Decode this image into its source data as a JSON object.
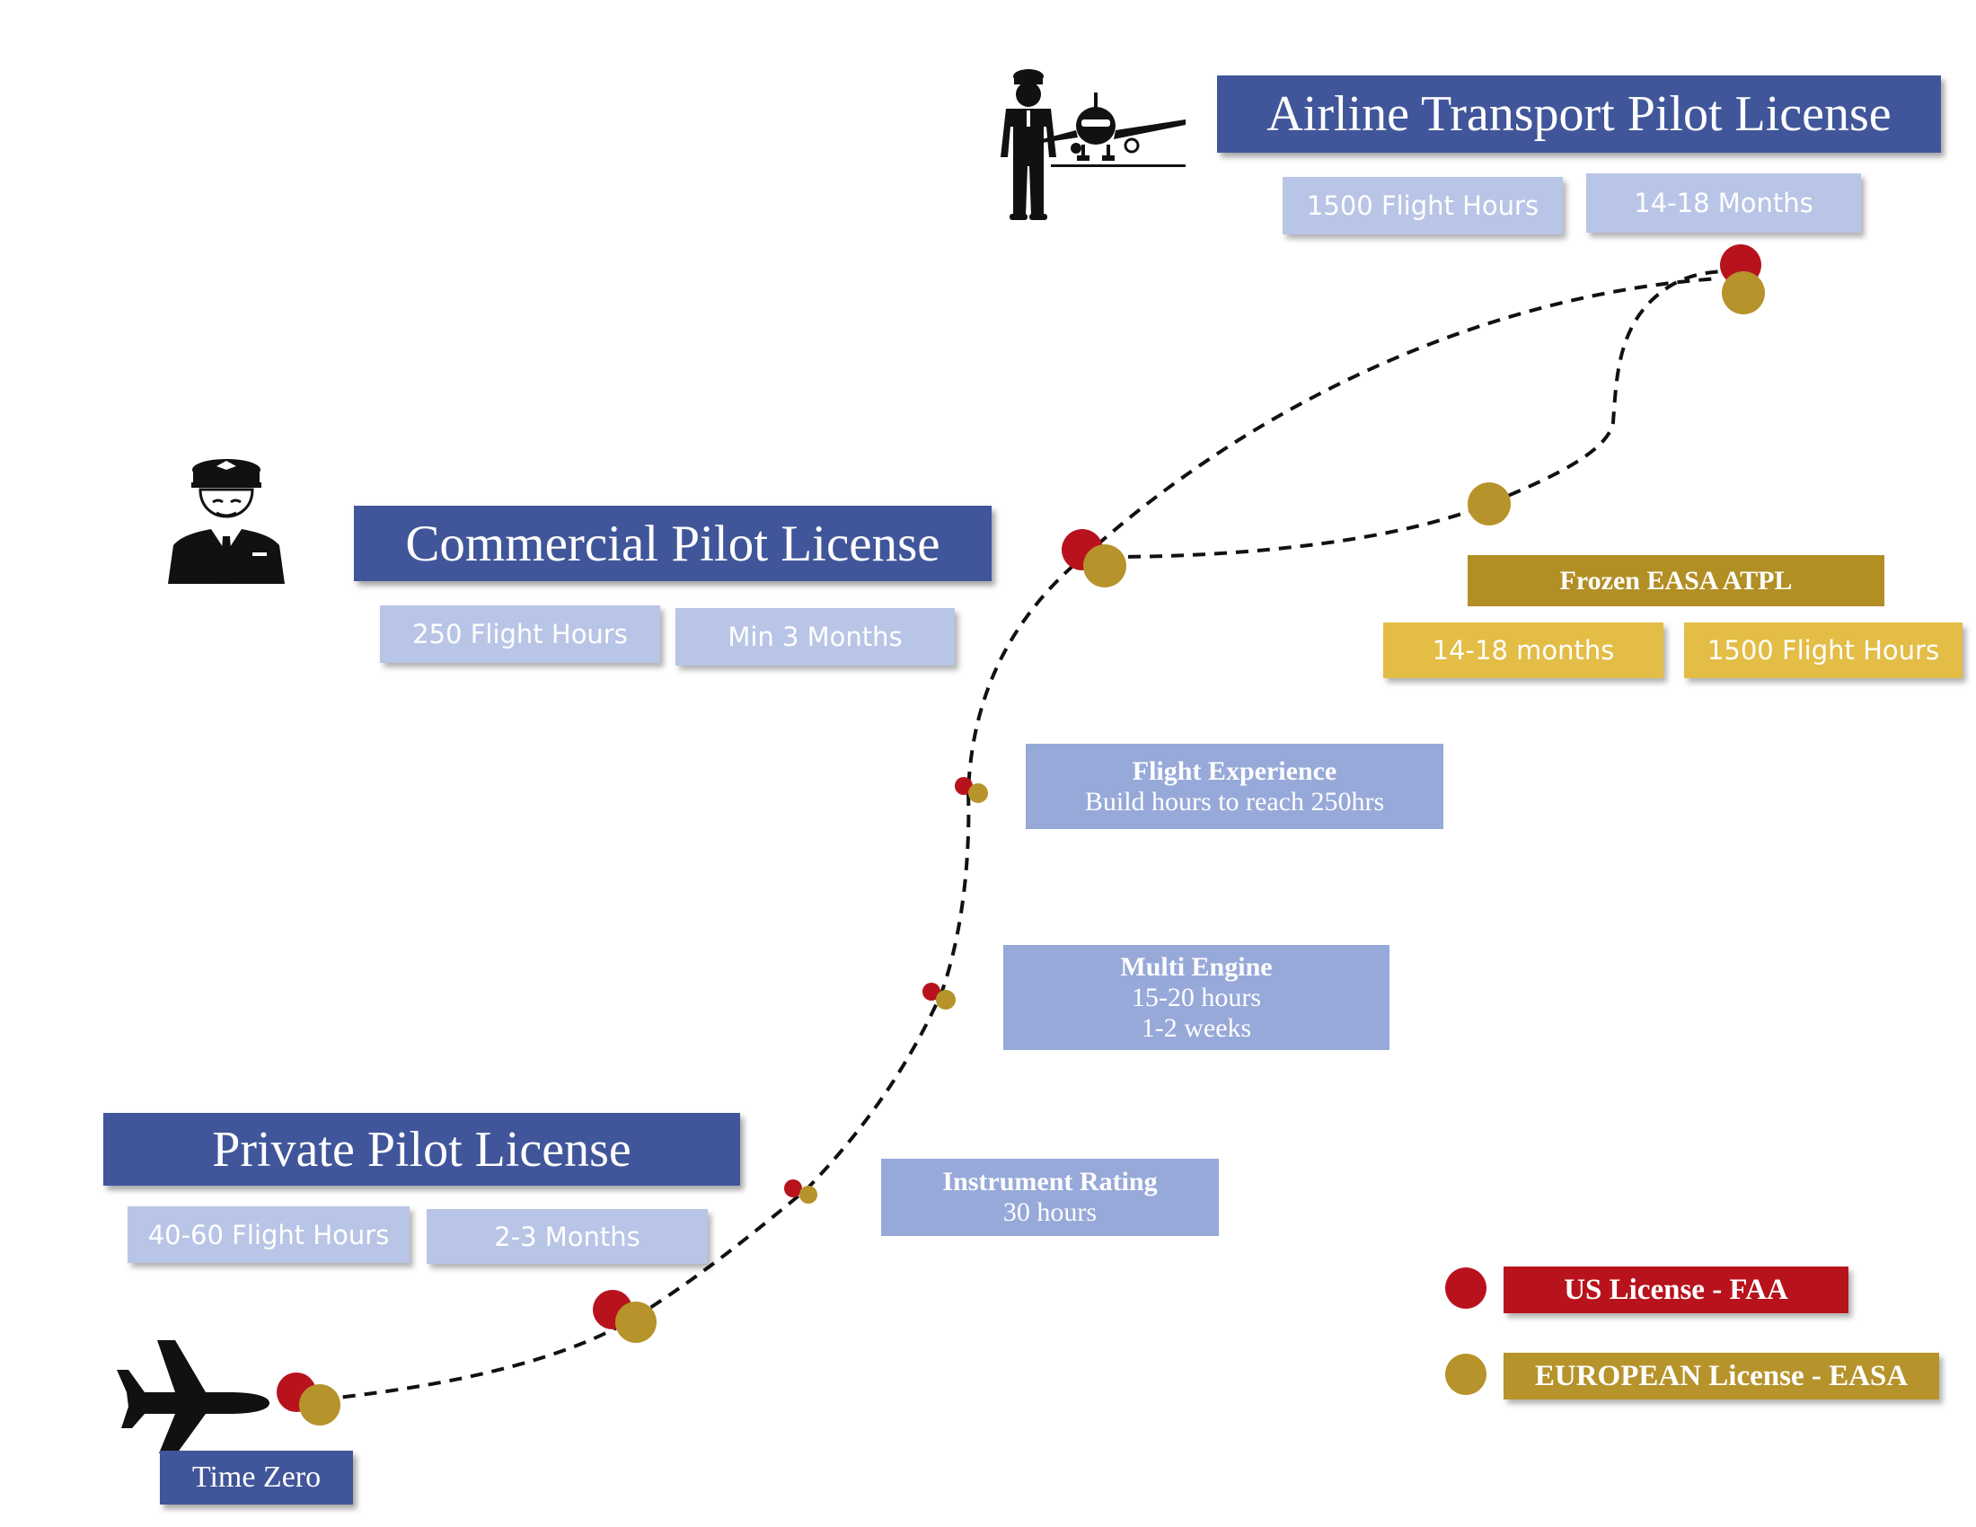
{
  "atpl": {
    "title": "Airline Transport Pilot License",
    "hours": "1500 Flight Hours",
    "duration": "14-18 Months"
  },
  "cpl": {
    "title": "Commercial Pilot License",
    "hours": "250 Flight Hours",
    "duration": "Min 3 Months"
  },
  "ppl": {
    "title": "Private Pilot License",
    "hours": "40-60 Flight Hours",
    "duration": "2-3 Months"
  },
  "frozen_atpl": {
    "title": "Frozen EASA ATPL",
    "duration": "14-18 months",
    "hours": "1500 Flight Hours"
  },
  "steps": {
    "flight_experience": {
      "title": "Flight Experience",
      "detail": "Build hours to reach 250hrs"
    },
    "multi_engine": {
      "title": "Multi Engine",
      "hours": "15-20 hours",
      "duration": "1-2 weeks"
    },
    "instrument_rating": {
      "title": "Instrument Rating",
      "hours": "30 hours"
    }
  },
  "start": {
    "label": "Time Zero"
  },
  "legend": {
    "us": "US License - FAA",
    "eu": "EUROPEAN License - EASA"
  },
  "colors": {
    "title_bg": "#41569a",
    "chip_bg": "#b9c5e6",
    "step_bg": "#97a9d9",
    "faa_red": "#b8131d",
    "easa_gold": "#b6932b",
    "frozen_chip_bg": "#e3bd46"
  },
  "icons": [
    "airline-pilot-with-plane-icon",
    "pilot-portrait-icon",
    "airplane-icon"
  ]
}
